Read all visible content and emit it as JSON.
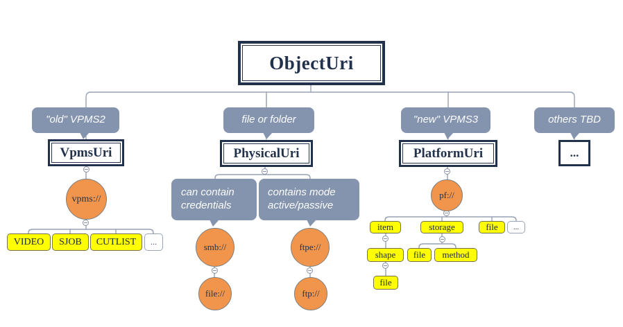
{
  "colors": {
    "node_border": "#22324c",
    "node_text": "#22324c",
    "bubble_bg": "#8594ae",
    "bubble_text": "#fbfcfe",
    "circle_fill": "#f0954b",
    "circle_border": "#7f7f7f",
    "leaf_fill": "#ffff00",
    "connector": "#97a1b3"
  },
  "root": {
    "label": "ObjectUri"
  },
  "branches": {
    "vpms2": {
      "callout": "\"old\" VPMS2",
      "box": "VpmsUri",
      "scheme": "vpms://",
      "children": {
        "video": "VIDEO",
        "sjob": "SJOB",
        "cutlist": "CUTLIST",
        "more": "..."
      }
    },
    "physical": {
      "callout": "file or folder",
      "box": "PhysicalUri",
      "notes": {
        "smb": "can contain credentials",
        "ftpe": "contains mode active/passive"
      },
      "schemes": {
        "smb": "smb://",
        "ftpe": "ftpe://",
        "file": "file://",
        "ftp": "ftp://"
      }
    },
    "platform": {
      "callout": "\"new\" VPMS3",
      "box": "PlatformUri",
      "scheme": "pf://",
      "children": {
        "item": "item",
        "storage": "storage",
        "file": "file",
        "more": "..."
      },
      "item_children": {
        "shape": "shape"
      },
      "storage_children": {
        "file": "file",
        "method": "method"
      },
      "shape_children": {
        "file": "file"
      }
    },
    "others": {
      "callout": "others TBD",
      "box": "..."
    }
  }
}
